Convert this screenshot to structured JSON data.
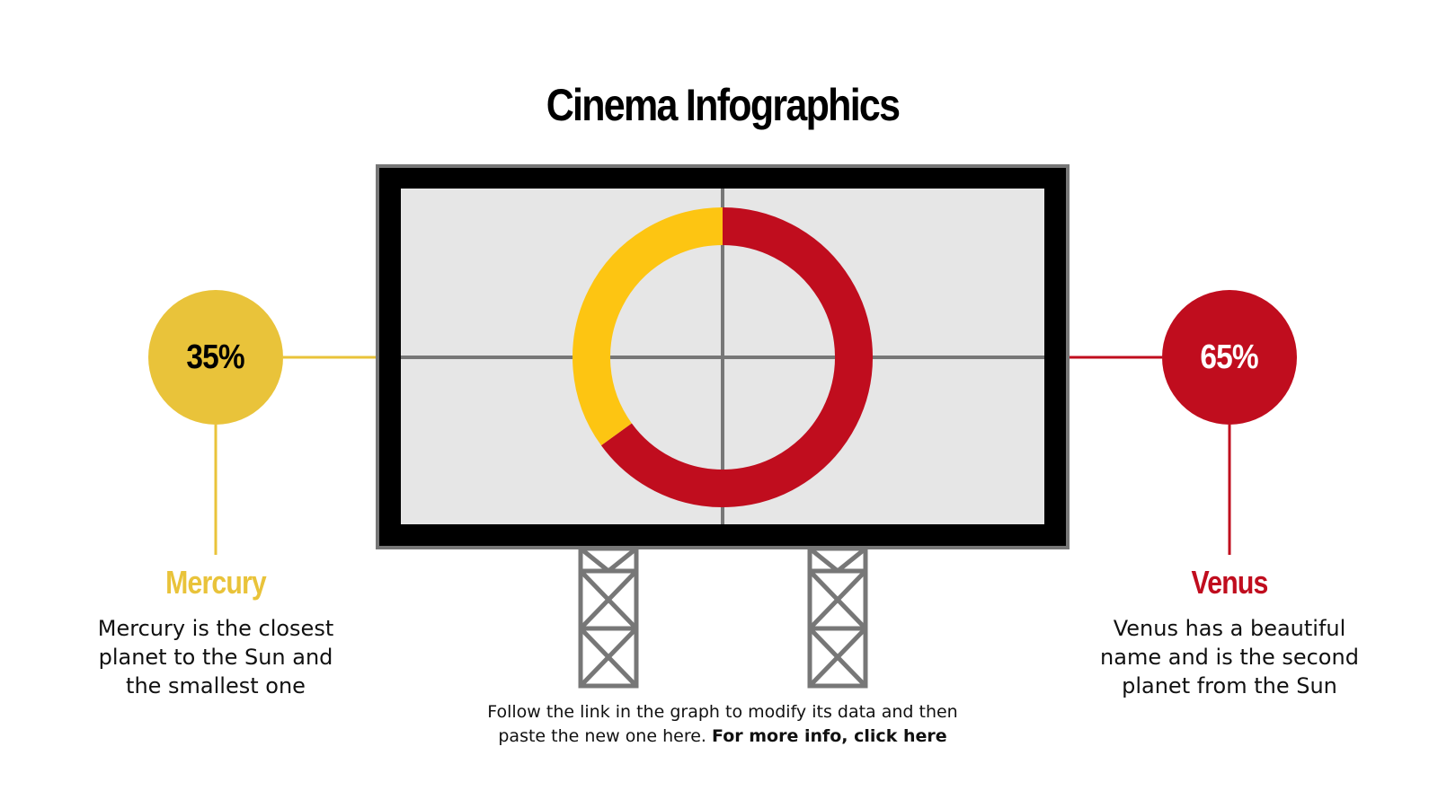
{
  "title": "Cinema Infographics",
  "colors": {
    "yellow": "#FDC512",
    "yellow_soft": "#E9C33A",
    "red": "#C00D1E",
    "frame_gray": "#777777",
    "screen_bg": "#E6E6E6",
    "frame_black": "#000000"
  },
  "left": {
    "value": "35%",
    "name": "Mercury",
    "description_lines": [
      "Mercury is the closest",
      "planet to the Sun and",
      "the smallest one"
    ]
  },
  "right": {
    "value": "65%",
    "name": "Venus",
    "description_lines": [
      "Venus has a beautiful",
      "name and is the second",
      "planet from the Sun"
    ]
  },
  "footer": {
    "line1": "Follow the link in the graph to modify its data and then",
    "line2_plain": "paste the new one here. ",
    "line2_link": "For more info, click here"
  },
  "chart_data": {
    "type": "pie",
    "subtype": "donut",
    "title": "Cinema Infographics",
    "categories": [
      "Mercury",
      "Venus"
    ],
    "values": [
      35,
      65
    ],
    "unit": "%",
    "colors": [
      "#FDC512",
      "#C00D1E"
    ],
    "legend": "none (side callouts with labels)",
    "start_angle": "12 o'clock; Mercury counterclockwise, Venus clockwise"
  }
}
